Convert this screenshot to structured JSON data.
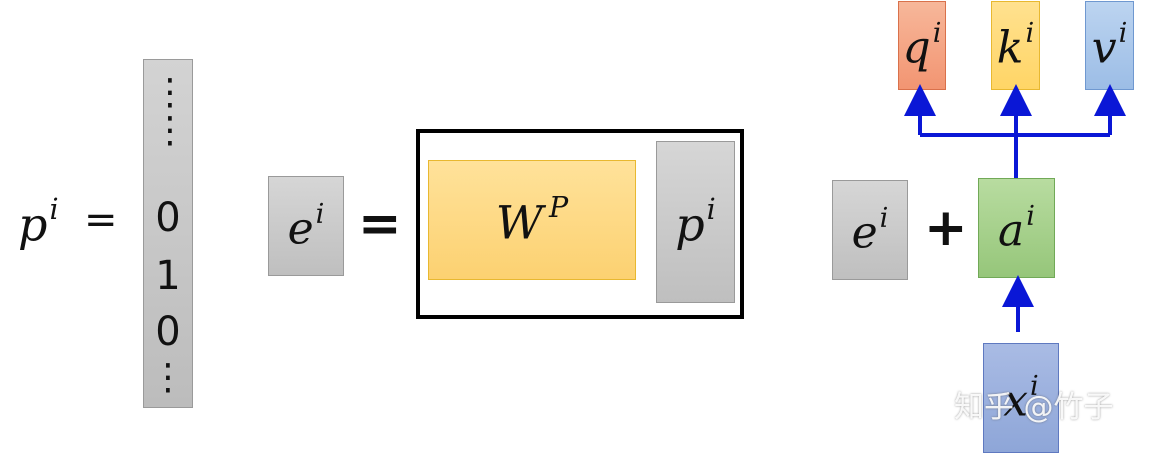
{
  "pi_def": {
    "lhs_base": "p",
    "lhs_sup": "i",
    "equals": "=",
    "vector": {
      "top_dots": "⋮⋮",
      "values": [
        "0",
        "1",
        "0"
      ],
      "bottom_dots": "⋮"
    }
  },
  "embed_eq": {
    "lhs_base": "e",
    "lhs_sup": "i",
    "equals": "=",
    "matrix_base": "W",
    "matrix_sup": "P",
    "vec_base": "p",
    "vec_sup": "i"
  },
  "attention": {
    "e_base": "e",
    "e_sup": "i",
    "plus": "+",
    "a_base": "a",
    "a_sup": "i",
    "x_base": "x",
    "x_sup": "i",
    "q_base": "q",
    "q_sup": "i",
    "k_base": "k",
    "k_sup": "i",
    "v_base": "v",
    "v_sup": "i"
  },
  "colors": {
    "grey": "#c6c6c6",
    "yellow": "#ffd37a",
    "orange": "#f4a582",
    "green": "#a7d08c",
    "blue_box": "#9fb4de",
    "light_blue": "#a9c6ea",
    "arrow": "#0a17d6"
  },
  "watermark": "知乎 @竹子"
}
